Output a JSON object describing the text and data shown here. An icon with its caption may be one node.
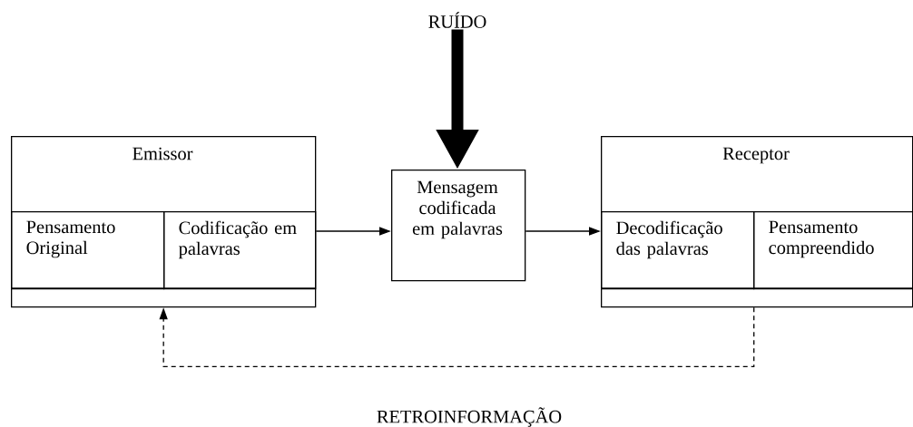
{
  "diagram": {
    "nodes": [
      {
        "text": [
          "Emissor"
        ]
      },
      {
        "text": [
          "Pensamento Original"
        ],
        "in": 0
      },
      {
        "text": [
          "Codificação em palavras"
        ],
        "in": 0
      },
      {
        "text": [
          "Mensagem codificada em palavras"
        ]
      },
      {
        "text": [
          "Receptor"
        ]
      },
      {
        "text": [
          "Decodificação das palavras"
        ],
        "in": 4
      },
      {
        "text": [
          "Pensamento compreendido"
        ],
        "in": 4
      },
      {
        "text": [
          "RUÍDO"
        ]
      }
    ],
    "edges": [
      {
        "from": 2,
        "to": 3,
        "arrow": "to"
      },
      {
        "from": 3,
        "to": 5,
        "arrow": "to"
      },
      {
        "from": 7,
        "to": 3,
        "arrow": "to",
        "style": "thick"
      },
      {
        "from": 4,
        "to": 0,
        "arrow": "to",
        "style": "dashed"
      }
    ],
    "labels": [
      "RETROINFORMAÇÃO"
    ]
  }
}
